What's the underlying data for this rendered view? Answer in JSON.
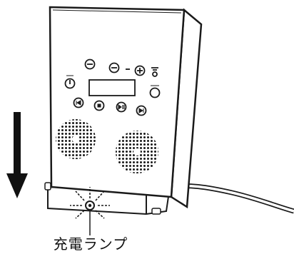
{
  "figure": {
    "caption": "充電ランプ"
  },
  "device": {
    "buttons": [
      {
        "name": "minus-button",
        "icon": "minus-icon"
      },
      {
        "name": "tune-down-button",
        "icon": "minus-icon"
      },
      {
        "name": "tune-up-button",
        "icon": "plus-icon"
      },
      {
        "name": "volume-up-button",
        "icon": "plus-icon"
      },
      {
        "name": "antenna-button",
        "icon": "antenna-icon"
      },
      {
        "name": "power-button",
        "icon": "power-icon"
      },
      {
        "name": "mode-button",
        "icon": "mode-icon"
      },
      {
        "name": "prev-button",
        "icon": "skip-back-icon"
      },
      {
        "name": "stop-button",
        "icon": "stop-icon"
      },
      {
        "name": "play-pause-button",
        "icon": "play-pause-icon"
      },
      {
        "name": "next-button",
        "icon": "skip-forward-icon"
      }
    ],
    "lamp_state": "lit"
  },
  "colors": {
    "line": "#1a1a1a",
    "arrow": "#111111",
    "background": "#ffffff"
  }
}
